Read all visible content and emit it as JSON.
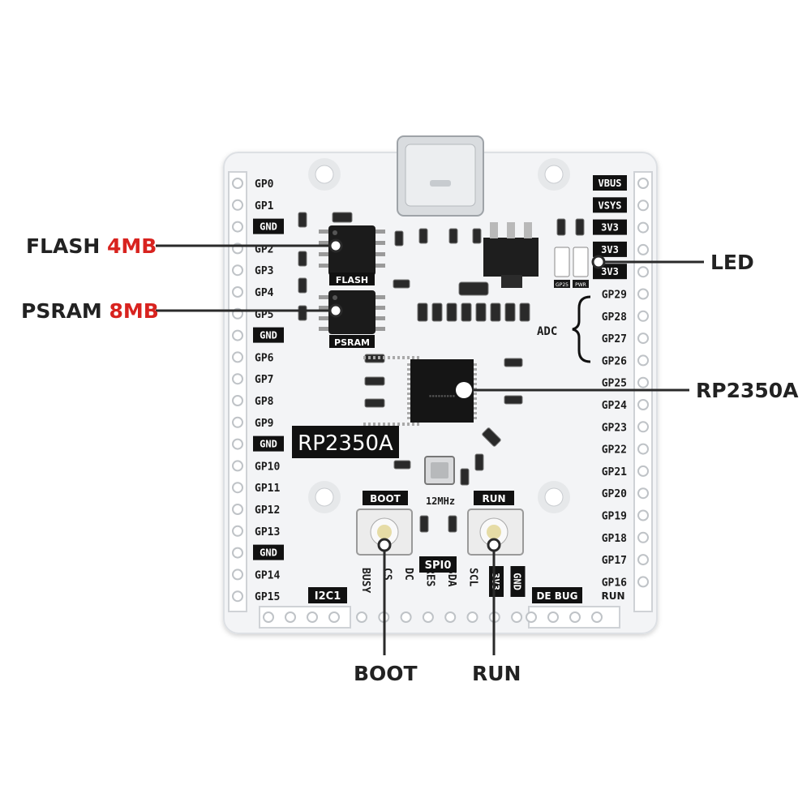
{
  "board": {
    "chip_label": "RP2350A",
    "flash_chip_label": "FLASH",
    "psram_chip_label": "PSRAM",
    "crystal_label": "12MHz",
    "adc_label": "ADC",
    "boot_button_label": "BOOT",
    "run_button_label": "RUN",
    "spi_label": "SPI0",
    "i2c_label": "I2C1",
    "debug_label": "DE BUG",
    "run_pin_label": "RUN",
    "led_gp25_label": "GP25",
    "led_pwr_label": "PWR",
    "left_pins": [
      "GP0",
      "GP1",
      "GND",
      "GP2",
      "GP3",
      "GP4",
      "GP5",
      "GND",
      "GP6",
      "GP7",
      "GP8",
      "GP9",
      "GND",
      "GP10",
      "GP11",
      "GP12",
      "GP13",
      "GND",
      "GP14",
      "GP15"
    ],
    "right_pins": [
      "VBUS",
      "VSYS",
      "3V3",
      "3V3",
      "3V3",
      "GP29",
      "GP28",
      "GP27",
      "GP26",
      "GP25",
      "GP24",
      "GP23",
      "GP22",
      "GP21",
      "GP20",
      "GP19",
      "GP18",
      "GP17",
      "GP16"
    ],
    "bottom_pins": [
      "BUSY",
      "CS",
      "DC",
      "RES",
      "SDA",
      "SCL",
      "3V3",
      "GND"
    ]
  },
  "callouts": {
    "flash": {
      "label": "FLASH",
      "capacity": "4MB"
    },
    "psram": {
      "label": "PSRAM",
      "capacity": "8MB"
    },
    "led": {
      "label": "LED"
    },
    "chip": {
      "label": "RP2350A"
    },
    "boot": {
      "label": "BOOT"
    },
    "run": {
      "label": "RUN"
    }
  },
  "colors": {
    "accent": "#d8231f",
    "board": "#f3f4f6",
    "silk": "#1c1c1c",
    "leader": "#2a2a2a"
  }
}
